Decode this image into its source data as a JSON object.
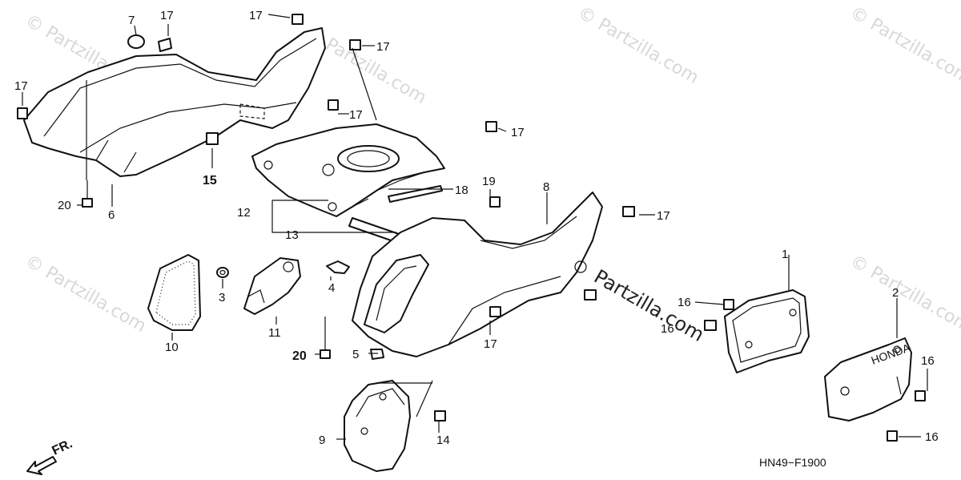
{
  "watermark": {
    "text": "© Partzilla.com",
    "center_text": "Partzilla.com"
  },
  "diagram_code": "HN49−F1900",
  "direction_label": "FR.",
  "callouts": {
    "c1": "1",
    "c2": "2",
    "c3": "3",
    "c4": "4",
    "c5": "5",
    "c6": "6",
    "c7": "7",
    "c8": "8",
    "c9": "9",
    "c10": "10",
    "c11": "11",
    "c12": "12",
    "c13": "13",
    "c14": "14",
    "c15": "15",
    "c16": "16",
    "c17": "17",
    "c18": "18",
    "c19": "19",
    "c20": "20"
  },
  "brand_mark": "HONDA"
}
